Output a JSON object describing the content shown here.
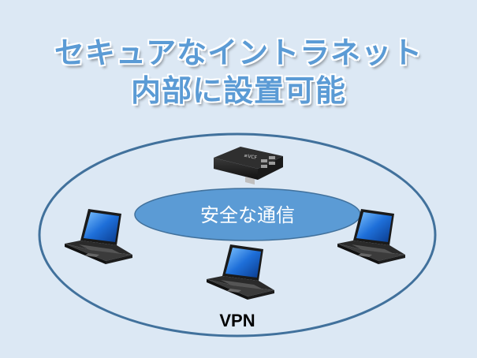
{
  "title": {
    "line1": "セキュアなイントラネット",
    "line2": "内部に設置可能"
  },
  "diagram": {
    "center_label": "安全な通信",
    "network_label": "VPN"
  },
  "colors": {
    "background": "#dce8f4",
    "title": "#5b9bd5",
    "ring": "#41719c",
    "center_fill": "#5b9bd5"
  }
}
